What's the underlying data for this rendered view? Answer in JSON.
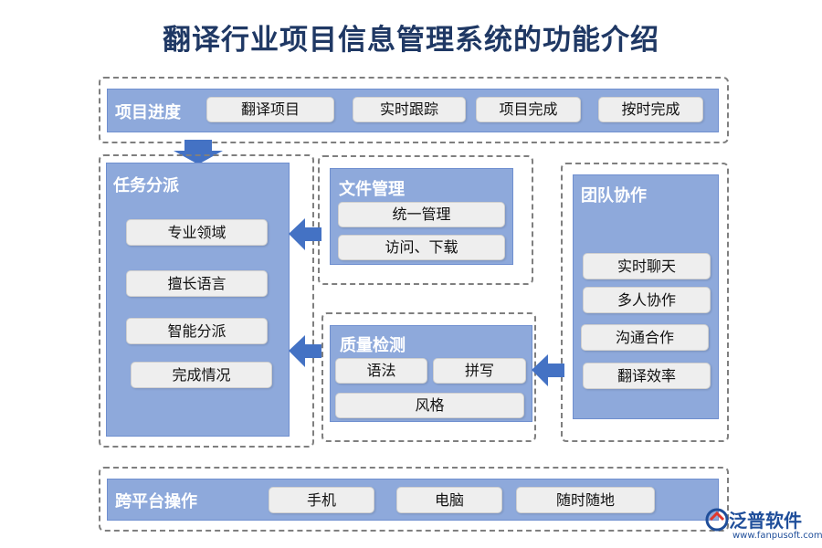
{
  "title": "翻译行业项目信息管理系统的功能介绍",
  "colors": {
    "panel": "#8ea9db",
    "title": "#1f3864",
    "arrow": "#4472c4",
    "pill": "#eeeeee",
    "dash": "#7f7f7f"
  },
  "progress": {
    "label": "项目进度",
    "items": [
      "翻译项目",
      "实时跟踪",
      "项目完成",
      "按时完成"
    ]
  },
  "dispatch": {
    "label": "任务分派",
    "items": [
      "专业领域",
      "擅长语言",
      "智能分派",
      "完成情况"
    ]
  },
  "files": {
    "label": "文件管理",
    "items": [
      "统一管理",
      "访问、下载"
    ]
  },
  "quality": {
    "label": "质量检测",
    "items": [
      "语法",
      "拼写",
      "风格"
    ]
  },
  "team": {
    "label": "团队协作",
    "items": [
      "实时聊天",
      "多人协作",
      "沟通合作",
      "翻译效率"
    ]
  },
  "platform": {
    "label": "跨平台操作",
    "items": [
      "手机",
      "电脑",
      "随时随地"
    ]
  },
  "logo": {
    "name": "泛普软件",
    "url": "www.fanpusoft.com"
  }
}
